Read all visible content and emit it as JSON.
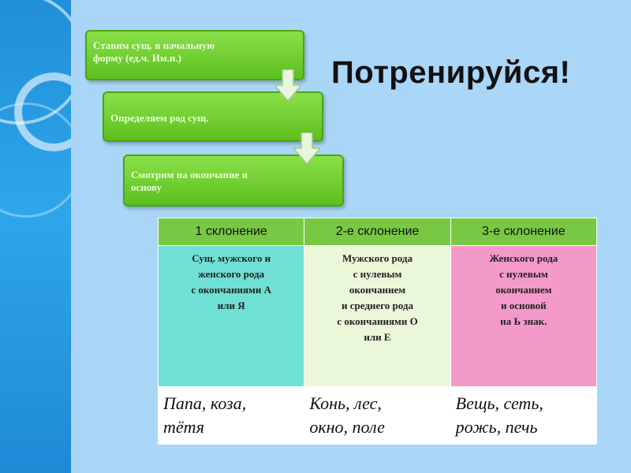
{
  "title": "Потренируйся!",
  "steps": [
    {
      "lines": [
        "Ставим сущ. в начальную",
        "форму (ед.ч. Им.п.)"
      ]
    },
    {
      "lines": [
        "Определяем род сущ."
      ]
    },
    {
      "lines": [
        "Смотрим на окончание и",
        "основу"
      ]
    }
  ],
  "table": {
    "headers": [
      "1 склонение",
      "2-е склонение",
      "3-е склонение"
    ],
    "descriptions": [
      [
        "Сущ. мужского и",
        "женского рода",
        "с окончаниями   А",
        "или Я"
      ],
      [
        "Мужского рода",
        "с нулевым",
        "окончанием",
        "и среднего рода",
        "с окончаниями   О",
        "или Е"
      ],
      [
        "Женского рода",
        "с нулевым",
        "окончанием",
        "и основой",
        "на Ь знак."
      ]
    ],
    "examples": [
      [
        "Папа, коза,",
        "тётя"
      ],
      [
        "Конь, лес,",
        "окно, поле"
      ],
      [
        "Вещь, сеть,",
        "рожь, печь"
      ]
    ]
  },
  "colors": {
    "step_green": "#6fcf2c",
    "header_green": "#79c843",
    "col1": "#6fe0d4",
    "col2": "#eaf7d8",
    "col3": "#f49ac8",
    "background": "#aad6f8",
    "left_strip": "#2fa6ea"
  }
}
